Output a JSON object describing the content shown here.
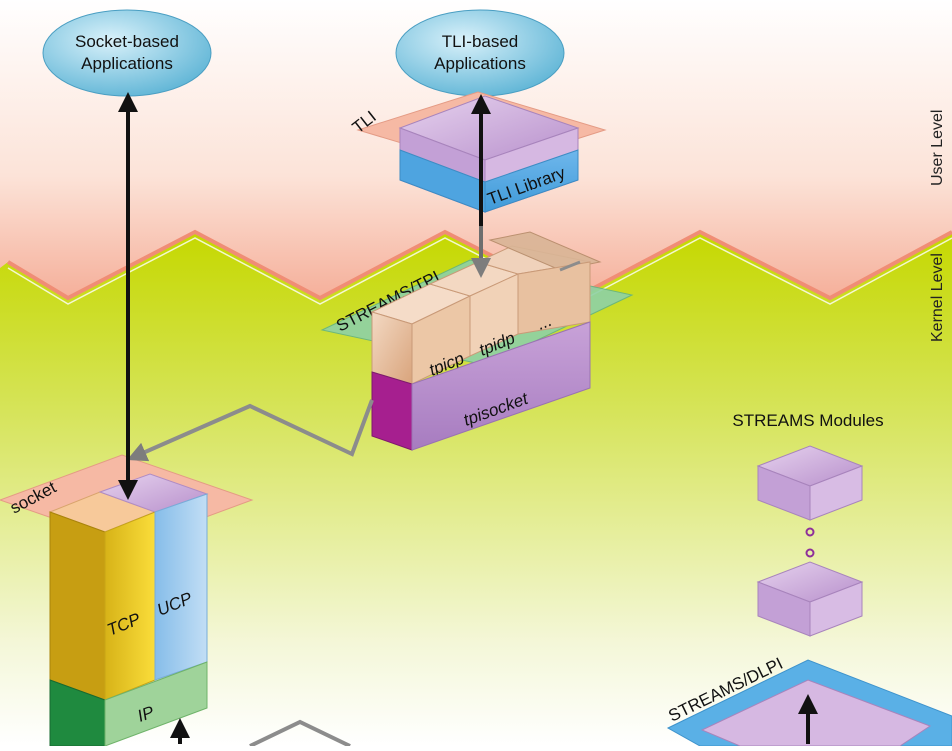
{
  "ellipses": {
    "socket_apps": [
      "Socket-based",
      "Applications"
    ],
    "tli_apps": [
      "TLI-based",
      "Applications"
    ]
  },
  "levels": {
    "user": "User Level",
    "kernel": "Kernel Level"
  },
  "planes": {
    "tli": "TLI",
    "streams_tpi": "STREAMS/TPI",
    "socket": "socket",
    "streams_dlpi": "STREAMS/DLPI"
  },
  "blocks": {
    "tli_library": "TLI Library",
    "tpicp": "tpicp",
    "tpidp": "tpidp",
    "more": "...",
    "tpisocket": "tpisocket",
    "tcp": "TCP",
    "ucp": "UCP",
    "ip": "IP"
  },
  "streams_modules": "STREAMS Modules",
  "colors": {
    "user_zone": "#f7b7a3",
    "kernel_zone": "#c9dc00",
    "ellipse": "#7ec8e3",
    "purple_block": "#c9a4d8",
    "tan_block": "#e5b894",
    "tcp_yellow": "#f2c400",
    "ucp_blue": "#9cc9f0",
    "ip_green": "#2e9e4a",
    "arrow_gray": "#8c8c8c"
  }
}
